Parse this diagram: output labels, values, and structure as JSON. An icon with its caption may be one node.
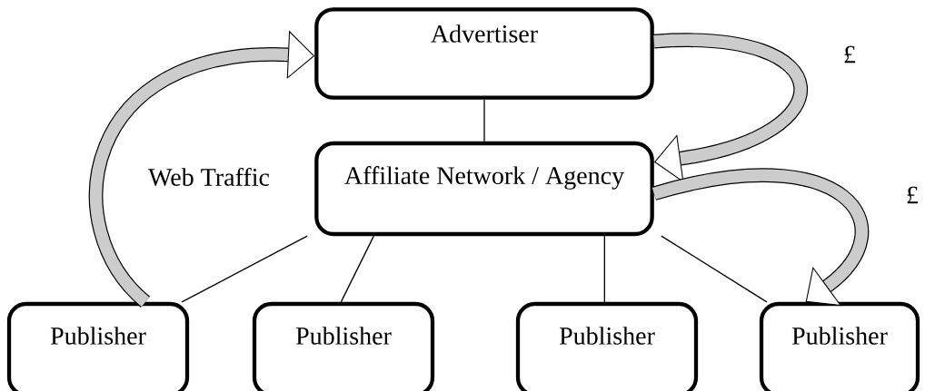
{
  "diagram": {
    "nodes": [
      {
        "text": [
          "Advertiser"
        ]
      },
      {
        "text": [
          "Affiliate Network / Agency"
        ]
      },
      {
        "text": [
          "Publisher"
        ]
      },
      {
        "text": [
          "Publisher"
        ]
      },
      {
        "text": [
          "Publisher"
        ]
      },
      {
        "text": [
          "Publisher"
        ]
      }
    ],
    "edges": [
      {
        "from": 0,
        "to": 1,
        "arrow": "none"
      },
      {
        "from": 1,
        "to": 2,
        "arrow": "none"
      },
      {
        "from": 1,
        "to": 3,
        "arrow": "none"
      },
      {
        "from": 1,
        "to": 4,
        "arrow": "none"
      },
      {
        "from": 1,
        "to": 5,
        "arrow": "none"
      },
      {
        "from": 2,
        "to": 0,
        "arrow": "to",
        "label": "Web Traffic",
        "style": "thick"
      },
      {
        "from": 0,
        "to": 1,
        "arrow": "to",
        "label": "£",
        "style": "thick"
      },
      {
        "from": 1,
        "to": 5,
        "arrow": "to",
        "label": "£",
        "style": "thick"
      }
    ]
  }
}
